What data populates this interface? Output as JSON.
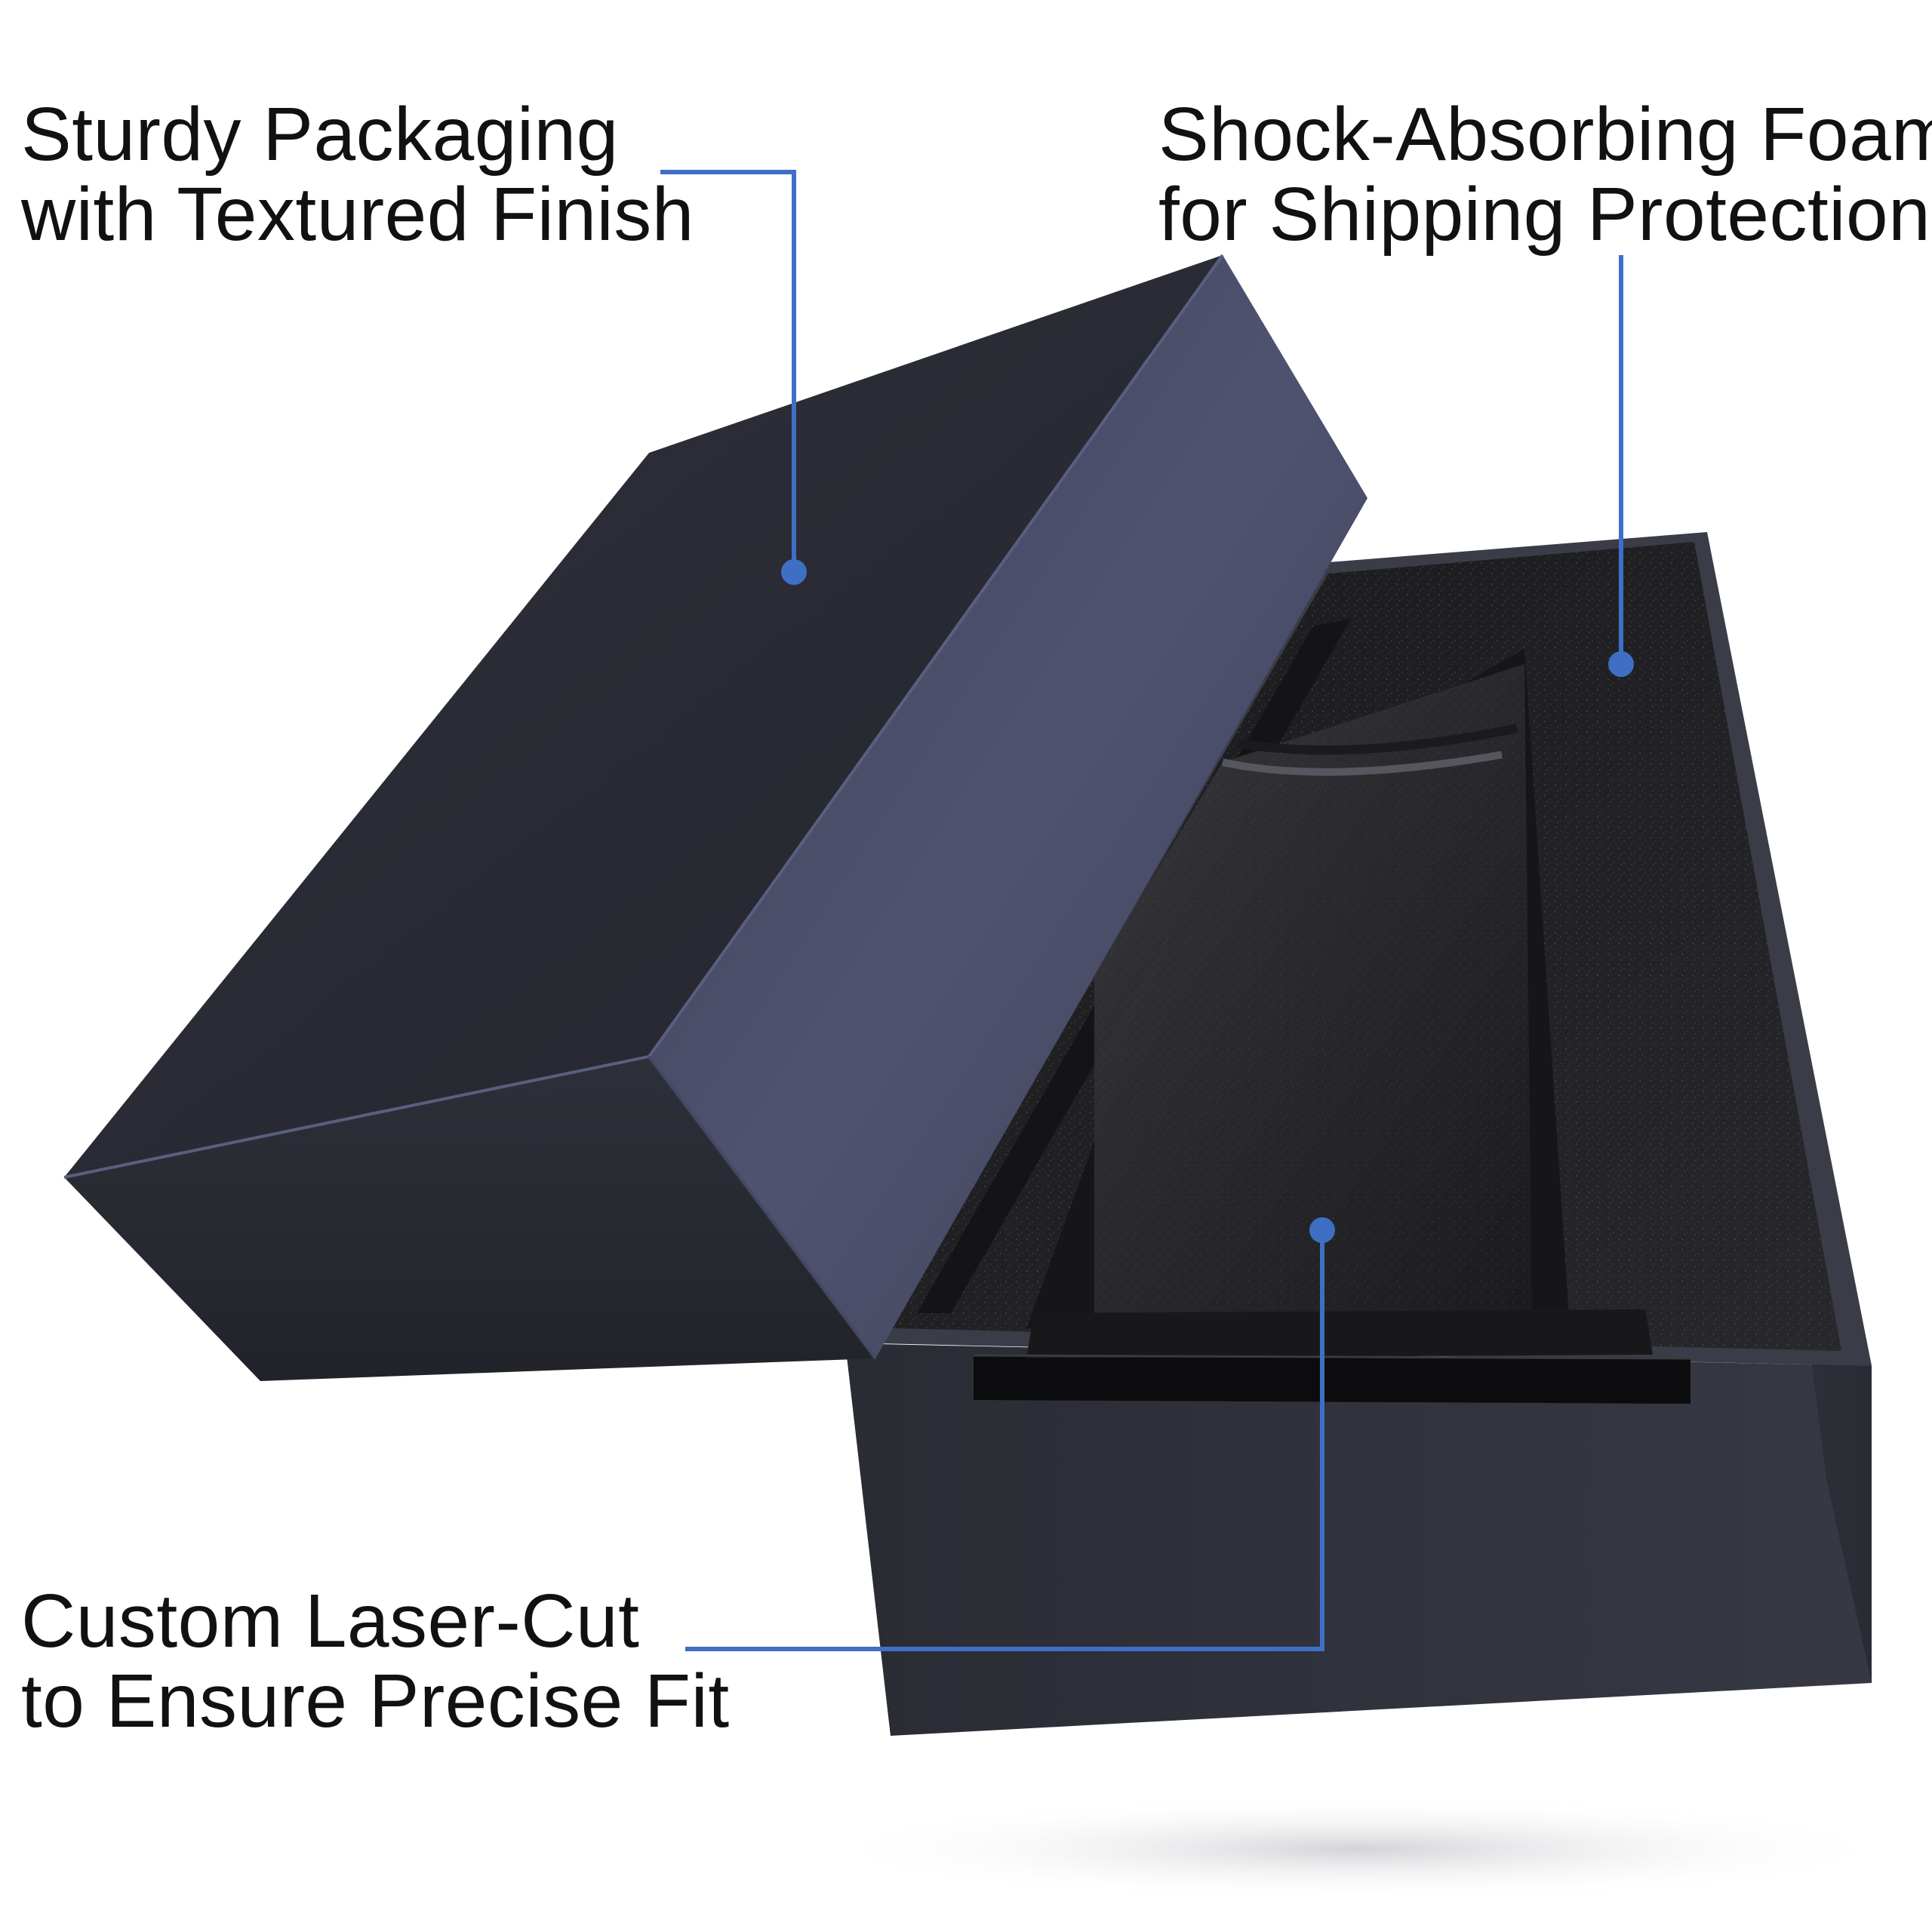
{
  "callouts": {
    "packaging": {
      "line1": "Sturdy Packaging",
      "line2": "with Textured Finish"
    },
    "foam": {
      "line1": "Shock-Absorbing Foam",
      "line2": "for Shipping Protection"
    },
    "laser_cut": {
      "line1": "Custom Laser-Cut",
      "line2": "to Ensure Precise Fit"
    }
  },
  "colors": {
    "accent": "#3f6fc4",
    "box_dark": "#2a2c35",
    "lid_face": "#4a4d63",
    "foam": "#1f1f22",
    "text": "#111111"
  }
}
